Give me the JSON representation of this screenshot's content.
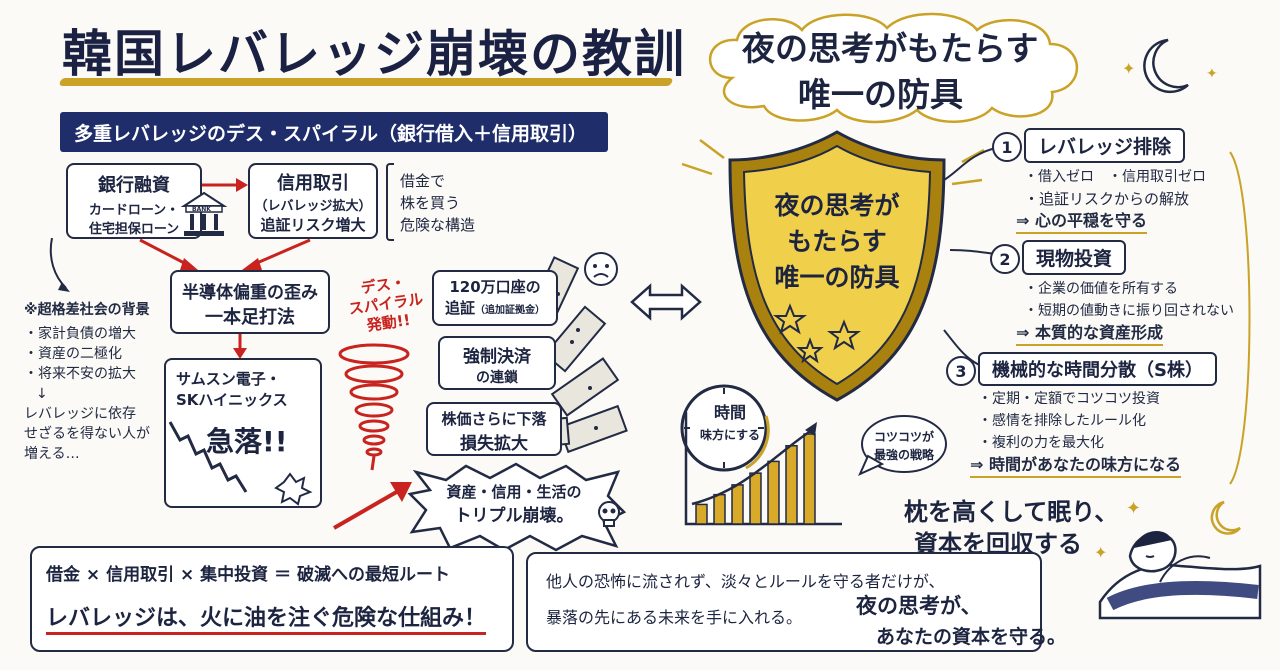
{
  "title": "韓国レバレッジ崩壊の教訓",
  "cloud": {
    "line1": "夜の思考がもたらす",
    "line2": "唯一の防具"
  },
  "banner": "多重レバレッジのデス・スパイラル（銀行借入＋信用取引）",
  "flow": {
    "bank_box": {
      "line1": "銀行融資",
      "line2": "カードローン・",
      "line3": "住宅担保ローン",
      "bank_label": "BANK"
    },
    "margin_box": {
      "line1": "信用取引",
      "line2": "（レバレッジ拡大）",
      "line3": "追証リスク増大"
    },
    "margin_note": {
      "line1": "借金で",
      "line2": "株を買う",
      "line3": "危険な構造"
    },
    "semi_box": {
      "line1": "半導体偏重の歪み",
      "line2": "一本足打法"
    },
    "samsung_box": {
      "line1": "サムスン電子・",
      "line2": "SKハイニックス",
      "crash": "急落!!"
    },
    "society": {
      "heading": "※超格差社会の背景",
      "items": [
        "・家計負債の増大",
        "・資産の二極化",
        "・将来不安の拡大"
      ],
      "arrow": "↓",
      "conclusion": [
        "レバレッジに依存",
        "せざるを得ない人が",
        "増える…"
      ]
    },
    "spiral_label": {
      "line1": "デス・",
      "line2": "スパイラル",
      "line3": "発動!!"
    },
    "dominos": [
      {
        "line1": "120万口座の",
        "line2": "追証",
        "line2b": "（追加証拠金）"
      },
      {
        "line1": "強制決済",
        "line2": "の連鎖"
      },
      {
        "line1": "株価さらに下落",
        "line2": "損失拡大"
      }
    ],
    "triple_collapse": {
      "line1": "資産・信用・生活の",
      "line2": "トリプル崩壊。"
    }
  },
  "shield": {
    "line1": "夜の思考が",
    "line2": "もたらす",
    "line3": "唯一の防具"
  },
  "clock": {
    "line1": "時間",
    "line2": "味方にする"
  },
  "chart_bubble": {
    "line1": "コツコツが",
    "line2": "最強の戦略"
  },
  "chart_data": {
    "type": "bar",
    "values": [
      1,
      1.5,
      2,
      2.6,
      3.2,
      4,
      4.6
    ],
    "title": "",
    "xlabel": "",
    "ylabel": ""
  },
  "sections": [
    {
      "number": "1",
      "title": "レバレッジ排除",
      "bullets": [
        "・借入ゼロ　・信用取引ゼロ",
        "・追証リスクからの解放"
      ],
      "result": "⇒ 心の平穏を守る"
    },
    {
      "number": "2",
      "title": "現物投資",
      "bullets": [
        "・企業の価値を所有する",
        "・短期の値動きに振り回されない"
      ],
      "result": "⇒ 本質的な資産形成"
    },
    {
      "number": "3",
      "title": "機械的な時間分散（S株）",
      "bullets": [
        "・定期・定額でコツコツ投資",
        "・感情を排除したルール化",
        "・複利の力を最大化"
      ],
      "result": "⇒ 時間があなたの味方になる"
    }
  ],
  "pillow": {
    "line1": "枕を高くして眠り、",
    "line2": "資本を回収する"
  },
  "bottom_left": {
    "line1": "借金 × 信用取引 × 集中投資 ＝ 破滅への最短ルート",
    "line2": "レバレッジは、火に油を注ぐ危険な仕組み！"
  },
  "bottom_right": {
    "line1": "他人の恐怖に流されず、淡々とルールを守る者だけが、",
    "line2": "暴落の先にある未来を手に入れる。",
    "sign1": "夜の思考が、",
    "sign2": "あなたの資本を守る。"
  },
  "colors": {
    "navy": "#1f2d6b",
    "gold": "#c9a227",
    "red": "#c8231e",
    "ink": "#1d2440"
  },
  "icons": [
    "bank-icon",
    "shield-icon",
    "clock-icon",
    "moon-icon",
    "star-icon",
    "skull-icon",
    "scared-face-icon",
    "tornado-icon",
    "double-arrow-icon",
    "sleeping-person-icon",
    "sparkle-icon"
  ]
}
